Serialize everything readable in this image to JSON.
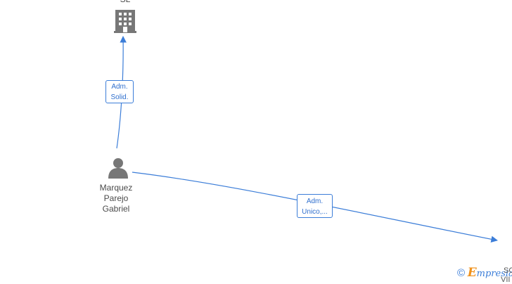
{
  "nodes": {
    "company_top": {
      "label": "SL",
      "icon": "building-icon"
    },
    "person": {
      "label_lines": [
        "Marquez",
        "Parejo",
        "Gabriel"
      ],
      "icon": "person-icon"
    }
  },
  "edges": {
    "person_to_company": {
      "label_lines": [
        "Adm.",
        "Solid."
      ]
    },
    "person_to_offscreen": {
      "label_lines": [
        "Adm.",
        "Unico,..."
      ]
    }
  },
  "watermark": {
    "copyright": "©",
    "brand_initial": "E",
    "brand_rest": "mpresia",
    "cut_text": "SC",
    "cut_text_2": "VII"
  },
  "colors": {
    "edge": "#3b7dd8",
    "icon": "#777777",
    "brand_orange": "#f0921c"
  }
}
